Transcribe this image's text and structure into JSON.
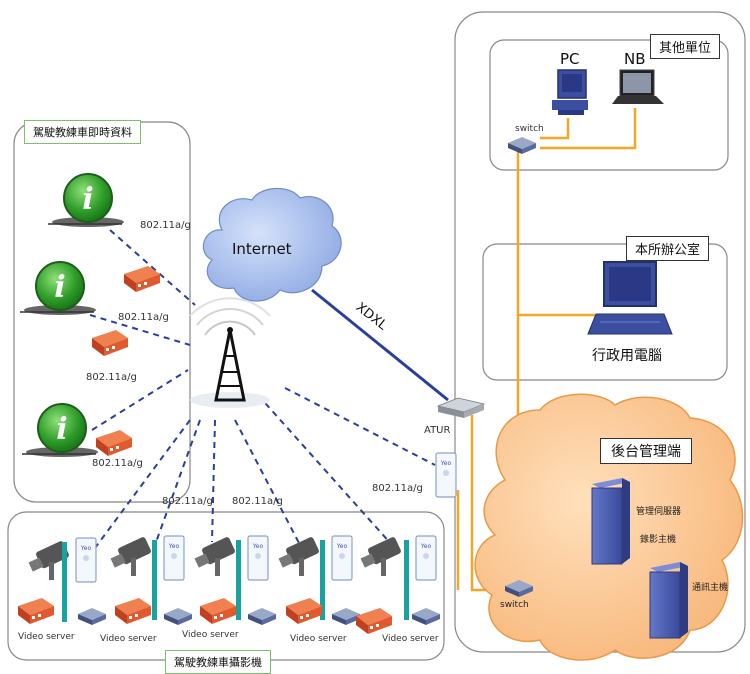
{
  "left_group": {
    "title": "駕駛教練車即時資料",
    "links": [
      "802.11a/g",
      "802.11a/g",
      "802.11a/g",
      "802.11a/g"
    ]
  },
  "bottom_group": {
    "title": "駕駛教練車攝影機",
    "video_servers": [
      "Video server",
      "Video server",
      "Video server",
      "Video server",
      "Video server"
    ],
    "links": [
      "802.11a/g",
      "802.11a/g"
    ]
  },
  "cloud": {
    "label": "Internet"
  },
  "xdxl": "XDXL",
  "atur": "ATUR",
  "atur_link": "802.11a/g",
  "other_unit": {
    "title": "其他單位",
    "pc": "PC",
    "nb": "NB",
    "switch": "switch"
  },
  "office": {
    "title": "本所辦公室",
    "computer": "行政用電腦"
  },
  "backend": {
    "title": "後台管理端",
    "server1_line1": "管理伺服器",
    "server1_line2": "錄影主機",
    "server2": "通訊主機",
    "switch": "switch"
  },
  "colors": {
    "orange_line": "#f5a623",
    "blue_dash": "#2a3f9a",
    "cloud_orange": "#fbc68f",
    "cloud_blue": "#9fb8ea",
    "server_blue": "#4a5db0"
  }
}
